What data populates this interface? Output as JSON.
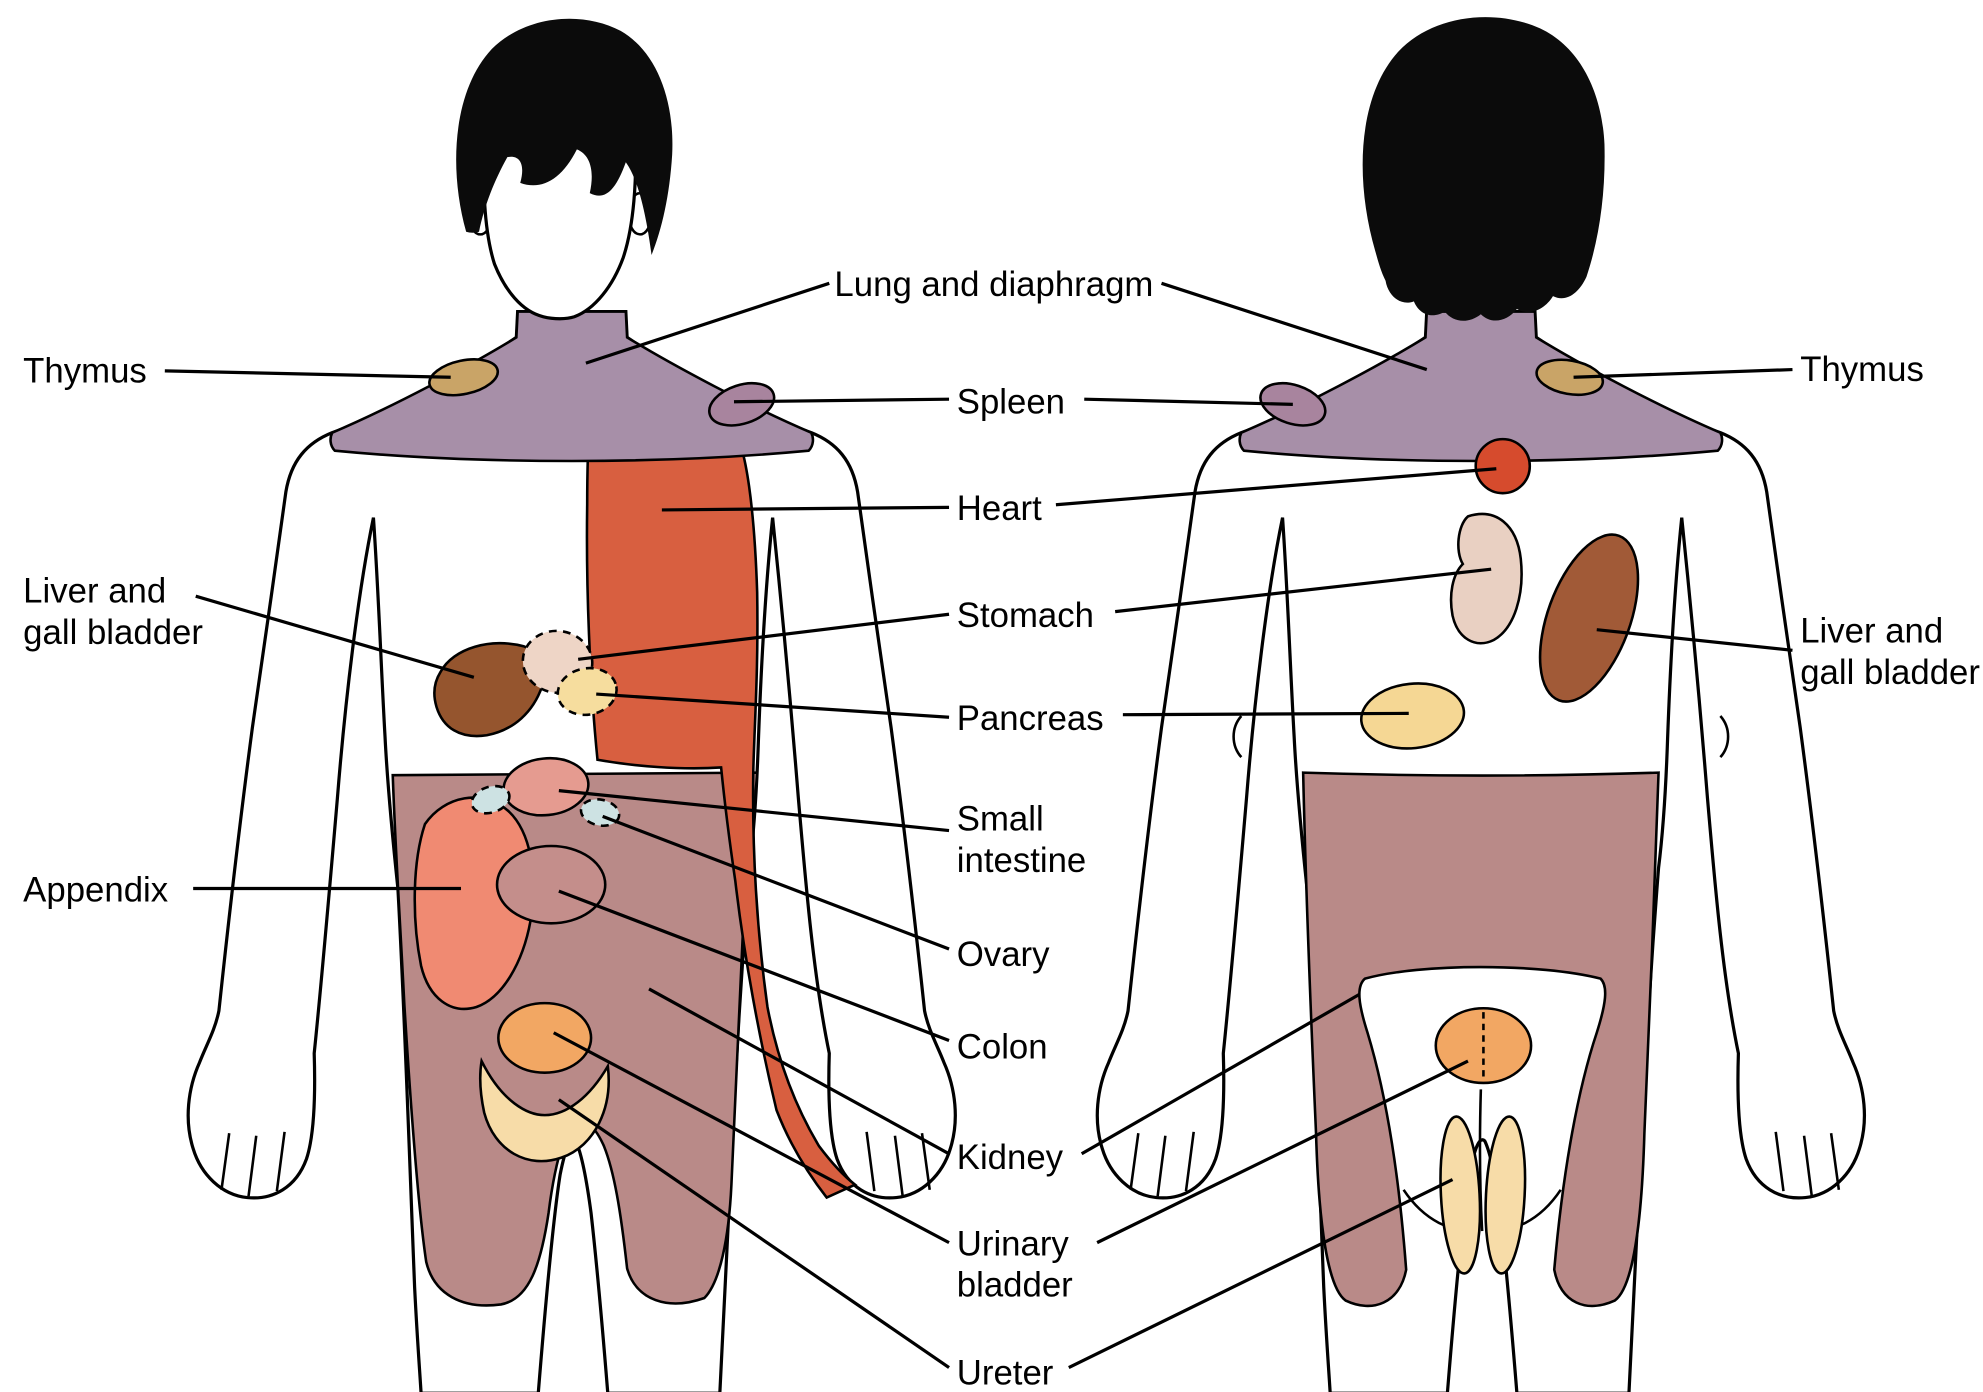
{
  "labels": {
    "lung_and_diaphragm": "Lung and diaphragm",
    "thymus_front": "Thymus",
    "thymus_back": "Thymus",
    "spleen": "Spleen",
    "heart": "Heart",
    "liver_gall_front": {
      "line1": "Liver and",
      "line2": "gall bladder"
    },
    "liver_gall_back": {
      "line1": "Liver and",
      "line2": "gall bladder"
    },
    "stomach": "Stomach",
    "pancreas": "Pancreas",
    "small_intestine": {
      "line1": "Small",
      "line2": "intestine"
    },
    "appendix": "Appendix",
    "ovary": "Ovary",
    "colon": "Colon",
    "kidney": "Kidney",
    "urinary_bladder": {
      "line1": "Urinary",
      "line2": "bladder"
    },
    "ureter": "Ureter"
  },
  "colors": {
    "body_fill": "#ffffff",
    "outline": "#000000",
    "hair": "#0b0b0b",
    "lung_diaphragm_zone": "#a78fa8",
    "thymus_zone": "#c9a467",
    "spleen_zone": "#a8849e",
    "heart_front_zone": "#d85f40",
    "heart_back_zone": "#d64b2d",
    "liver_front_zone": "#95552e",
    "liver_back_zone": "#a15a37",
    "stomach_front_zone": "#eed5c6",
    "stomach_back_zone": "#e9d0c2",
    "pancreas_front_zone": "#f6dd9e",
    "pancreas_back_zone": "#f5d794",
    "small_intestine_zone": "#e59b90",
    "ovary_zone": "#cde2e3",
    "appendix_zone": "#f08a72",
    "colon_zone": "#c48e8b",
    "pelvis_zone": "#b98a88",
    "urinary_bladder_zone": "#f2a763",
    "ureter_zone": "#f7dca8"
  }
}
